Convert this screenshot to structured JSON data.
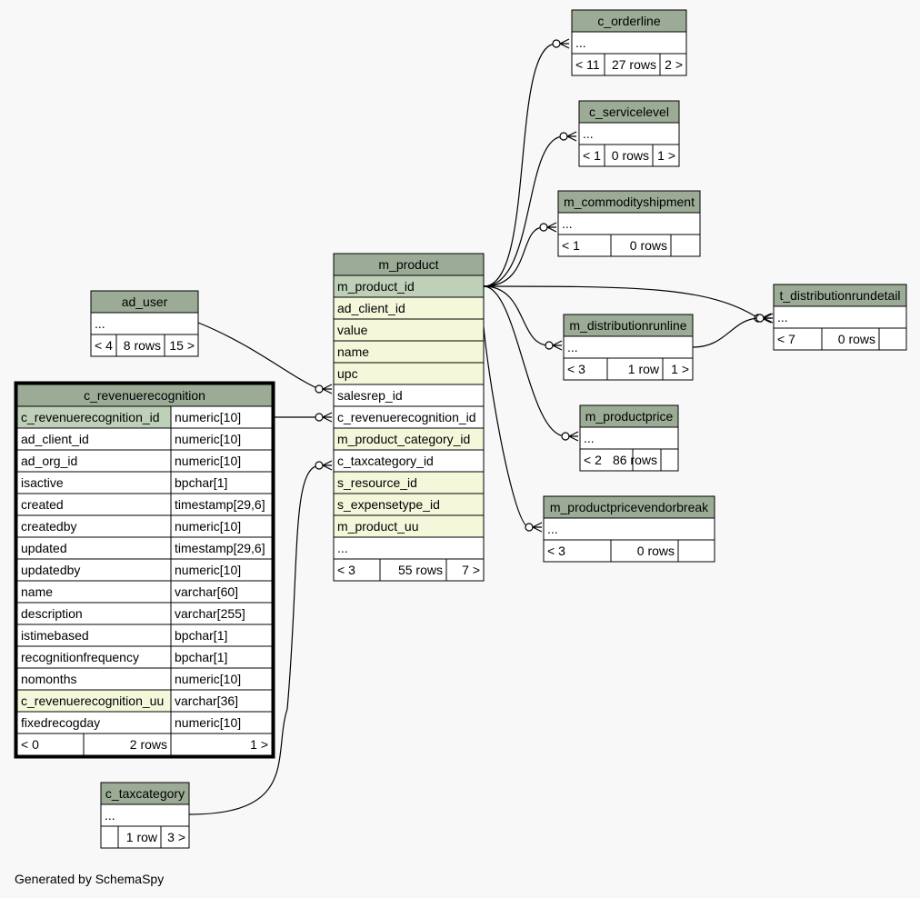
{
  "colors": {
    "header": "#9bab96",
    "primary_key": "#bed1b8",
    "indexed": "#f4f7da",
    "plain": "#ffffff",
    "border": "#000000",
    "edge": "#000000"
  },
  "footer": {
    "text": "Generated by SchemaSpy"
  },
  "tables": [
    {
      "id": "c_orderline",
      "name": "c_orderline",
      "rows": [
        {
          "name": "...",
          "type": "plain"
        }
      ],
      "stats": {
        "parents": "< 11",
        "rows": "27 rows",
        "children": "2 >"
      }
    },
    {
      "id": "c_servicelevel",
      "name": "c_servicelevel",
      "rows": [
        {
          "name": "...",
          "type": "plain"
        }
      ],
      "stats": {
        "parents": "< 1",
        "rows": "0 rows",
        "children": "1 >"
      }
    },
    {
      "id": "m_commodityshipment",
      "name": "m_commodityshipment",
      "rows": [
        {
          "name": "...",
          "type": "plain"
        }
      ],
      "stats": {
        "parents": "< 1",
        "rows": "0 rows",
        "children": ""
      }
    },
    {
      "id": "t_distributionrundetail",
      "name": "t_distributionrundetail",
      "rows": [
        {
          "name": "...",
          "type": "plain"
        }
      ],
      "stats": {
        "parents": "< 7",
        "rows": "0 rows",
        "children": ""
      }
    },
    {
      "id": "m_distributionrunline",
      "name": "m_distributionrunline",
      "rows": [
        {
          "name": "...",
          "type": "plain"
        }
      ],
      "stats": {
        "parents": "< 3",
        "rows": "1 row",
        "children": "1 >"
      }
    },
    {
      "id": "m_productprice",
      "name": "m_productprice",
      "rows": [
        {
          "name": "...",
          "type": "plain"
        }
      ],
      "stats": {
        "parents": "< 2",
        "rows": "86 rows",
        "children": ""
      }
    },
    {
      "id": "m_productpricevendorbreak",
      "name": "m_productpricevendorbreak",
      "rows": [
        {
          "name": "...",
          "type": "plain"
        }
      ],
      "stats": {
        "parents": "< 3",
        "rows": "0 rows",
        "children": ""
      }
    },
    {
      "id": "ad_user",
      "name": "ad_user",
      "rows": [
        {
          "name": "...",
          "type": "plain"
        }
      ],
      "stats": {
        "parents": "< 4",
        "rows": "8 rows",
        "children": "15 >"
      }
    },
    {
      "id": "m_product",
      "name": "m_product",
      "rows": [
        {
          "name": "m_product_id",
          "type": "primary_key"
        },
        {
          "name": "ad_client_id",
          "type": "indexed"
        },
        {
          "name": "value",
          "type": "indexed"
        },
        {
          "name": "name",
          "type": "indexed"
        },
        {
          "name": "upc",
          "type": "indexed"
        },
        {
          "name": "salesrep_id",
          "type": "plain"
        },
        {
          "name": "c_revenuerecognition_id",
          "type": "plain"
        },
        {
          "name": "m_product_category_id",
          "type": "indexed"
        },
        {
          "name": "c_taxcategory_id",
          "type": "plain"
        },
        {
          "name": "s_resource_id",
          "type": "indexed"
        },
        {
          "name": "s_expensetype_id",
          "type": "indexed"
        },
        {
          "name": "m_product_uu",
          "type": "indexed"
        },
        {
          "name": "...",
          "type": "plain"
        }
      ],
      "stats": {
        "parents": "< 3",
        "rows": "55 rows",
        "children": "7 >"
      }
    },
    {
      "id": "c_revenuerecognition",
      "name": "c_revenuerecognition",
      "focus": true,
      "rows": [
        {
          "name": "c_revenuerecognition_id",
          "datatype": "numeric[10]",
          "type": "primary_key"
        },
        {
          "name": "ad_client_id",
          "datatype": "numeric[10]",
          "type": "plain"
        },
        {
          "name": "ad_org_id",
          "datatype": "numeric[10]",
          "type": "plain"
        },
        {
          "name": "isactive",
          "datatype": "bpchar[1]",
          "type": "plain"
        },
        {
          "name": "created",
          "datatype": "timestamp[29,6]",
          "type": "plain"
        },
        {
          "name": "createdby",
          "datatype": "numeric[10]",
          "type": "plain"
        },
        {
          "name": "updated",
          "datatype": "timestamp[29,6]",
          "type": "plain"
        },
        {
          "name": "updatedby",
          "datatype": "numeric[10]",
          "type": "plain"
        },
        {
          "name": "name",
          "datatype": "varchar[60]",
          "type": "plain"
        },
        {
          "name": "description",
          "datatype": "varchar[255]",
          "type": "plain"
        },
        {
          "name": "istimebased",
          "datatype": "bpchar[1]",
          "type": "plain"
        },
        {
          "name": "recognitionfrequency",
          "datatype": "bpchar[1]",
          "type": "plain"
        },
        {
          "name": "nomonths",
          "datatype": "numeric[10]",
          "type": "plain"
        },
        {
          "name": "c_revenuerecognition_uu",
          "datatype": "varchar[36]",
          "type": "indexed"
        },
        {
          "name": "fixedrecogday",
          "datatype": "numeric[10]",
          "type": "plain"
        }
      ],
      "stats": {
        "parents": "< 0",
        "rows": "2 rows",
        "children": "1 >"
      }
    },
    {
      "id": "c_taxcategory",
      "name": "c_taxcategory",
      "rows": [
        {
          "name": "...",
          "type": "plain"
        }
      ],
      "stats": {
        "parents": "",
        "rows": "1 row",
        "children": "3 >"
      }
    }
  ],
  "relationships": [
    {
      "child": "c_orderline",
      "parent": "m_product",
      "parent_column": "m_product_id"
    },
    {
      "child": "c_servicelevel",
      "parent": "m_product",
      "parent_column": "m_product_id"
    },
    {
      "child": "m_commodityshipment",
      "parent": "m_product",
      "parent_column": "m_product_id"
    },
    {
      "child": "t_distributionrundetail",
      "parent": "m_product",
      "parent_column": "m_product_id"
    },
    {
      "child": "t_distributionrundetail",
      "parent": "m_distributionrunline"
    },
    {
      "child": "m_distributionrunline",
      "parent": "m_product",
      "parent_column": "m_product_id"
    },
    {
      "child": "m_productprice",
      "parent": "m_product",
      "parent_column": "m_product_id"
    },
    {
      "child": "m_productpricevendorbreak",
      "parent": "m_product",
      "parent_column": "m_product_id"
    },
    {
      "child": "m_product",
      "child_column": "salesrep_id",
      "parent": "ad_user"
    },
    {
      "child": "m_product",
      "child_column": "c_revenuerecognition_id",
      "parent": "c_revenuerecognition",
      "parent_column": "c_revenuerecognition_id"
    },
    {
      "child": "m_product",
      "child_column": "c_taxcategory_id",
      "parent": "c_taxcategory"
    }
  ]
}
